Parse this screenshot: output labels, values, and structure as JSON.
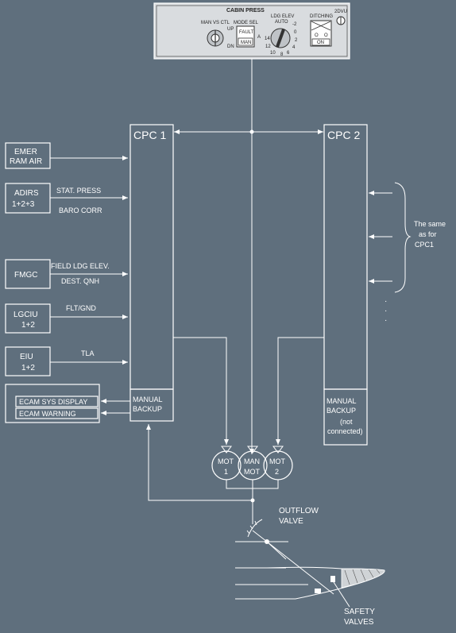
{
  "panel": {
    "title": "CABIN PRESS",
    "man_vs_ctl": "MAN VS CTL",
    "up": "UP",
    "dn": "DN",
    "mode_sel": "MODE SEL",
    "fault": "FAULT",
    "man": "MAN",
    "a": "A",
    "ldg_elev": "LDG ELEV",
    "auto": "AUTO",
    "dial_marks": [
      "-2",
      "0",
      "2",
      "4",
      "6",
      "8",
      "10",
      "12",
      "14"
    ],
    "ditching": "DITCHING",
    "on": "ON",
    "o": "O",
    "pivot": "2DVU"
  },
  "cpc1": {
    "title": "CPC 1",
    "backup": [
      "MANUAL",
      "BACKUP"
    ]
  },
  "cpc2": {
    "title": "CPC 2",
    "backup": [
      "MANUAL",
      "BACKUP",
      "(not",
      "connected)"
    ]
  },
  "inputs": {
    "emer": [
      "EMER",
      "RAM AIR"
    ],
    "adirs": [
      "ADIRS",
      "1+2+3"
    ],
    "adirs_signals": [
      "STAT. PRESS",
      "BARO CORR"
    ],
    "fmgc": "FMGC",
    "fmgc_signals": [
      "FIELD LDG ELEV.",
      "DEST. QNH"
    ],
    "lgciu": [
      "LGCIU",
      "1+2"
    ],
    "lgciu_signal": "FLT/GND",
    "eiu": [
      "EIU",
      "1+2"
    ],
    "eiu_signal": "TLA"
  },
  "ecam": {
    "display": "ECAM SYS DISPLAY",
    "warning": "ECAM WARNING"
  },
  "same_as": [
    "The same",
    "as for",
    "CPC1"
  ],
  "motors": {
    "mot1": [
      "MOT",
      "1"
    ],
    "man_mot": [
      "MAN",
      "MOT"
    ],
    "mot2": [
      "MOT",
      "2"
    ]
  },
  "outflow": [
    "OUTFLOW",
    "VALVE"
  ],
  "safety": [
    "SAFETY",
    "VALVES"
  ]
}
